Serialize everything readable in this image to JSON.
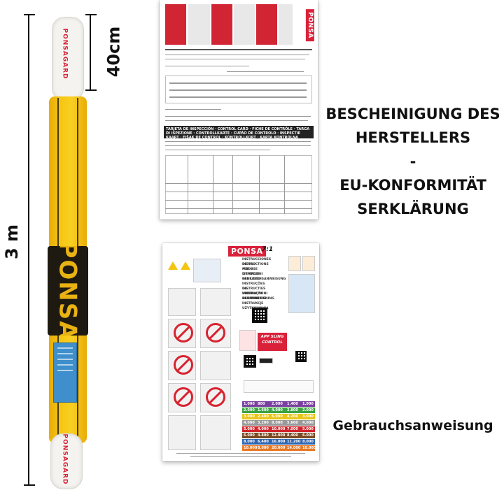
{
  "dimensions": {
    "length_label": "3 m",
    "eye_label": "40cm"
  },
  "sling": {
    "tag_top": "PONSAGARD",
    "tag_bottom": "PONSAGARD",
    "band_text": "PONSA",
    "body_color": "#f6c512",
    "end_color": "#f4f3ef"
  },
  "certificate": {
    "doc_header": "TARJETA DE INSPECCIÓN · CONTROL CARD · FICHE DE CONTRÔLE · TARGA DI ISPEZIONE · CONTROLLKARTE · CUPÃO DE CONTROLO · INSPECTIE KAART · FIŠAK DE CONTROL · KONTROLLKORT · KARTA KONTROLNA",
    "brand": "PONSA"
  },
  "manual": {
    "brand": "PONSA",
    "ratio": "7:1",
    "app_label": "APP SLING CONTROL",
    "languages": [
      "INSTRUCCIONES DE USO",
      "INSTRUCTIONS FOR USE",
      "MODE D'EMPLOI",
      "ISTRUZIONI PER L'USO",
      "GEBRAUCHSANWEISUNG",
      "INSTRUÇÕES DE UTILIZAÇÃO",
      "INSTRUCTIES VOOR GEBRUIK",
      "INSTRUCTIUNI DE UTILIZARE",
      "BRUKSANVISNING",
      "INSTRUKCJE UŻYTKOWANIA"
    ],
    "wll_rows": [
      {
        "color": "#7b3fa0",
        "values": [
          "1.000",
          "800",
          "2.000",
          "1.400",
          "1.000"
        ]
      },
      {
        "color": "#3aa341",
        "values": [
          "2.000",
          "1.600",
          "4.000",
          "2.800",
          "2.000"
        ]
      },
      {
        "color": "#e8c51a",
        "values": [
          "3.000",
          "2.400",
          "6.000",
          "4.200",
          "3.000"
        ]
      },
      {
        "color": "#9a9a9a",
        "values": [
          "4.000",
          "3.200",
          "8.000",
          "5.600",
          "4.000"
        ]
      },
      {
        "color": "#d2232a",
        "values": [
          "5.000",
          "4.000",
          "10.000",
          "7.000",
          "5.000"
        ]
      },
      {
        "color": "#7a4a22",
        "values": [
          "6.000",
          "4.800",
          "12.000",
          "8.400",
          "6.000"
        ]
      },
      {
        "color": "#2f66b3",
        "values": [
          "8.000",
          "6.400",
          "16.000",
          "11.200",
          "8.000"
        ]
      },
      {
        "color": "#e87722",
        "values": [
          "10.000",
          "8.000",
          "20.000",
          "14.000",
          "10.000"
        ]
      }
    ]
  },
  "captions": {
    "conformity_line1": "BESCHEINIGUNG DES",
    "conformity_line2": "HERSTELLERS",
    "conformity_dash": "-",
    "conformity_line3": "EU-KONFORMITÄT",
    "conformity_line4": "SERKLÄRUNG",
    "manual_caption": "Gebrauchsanweisung"
  }
}
